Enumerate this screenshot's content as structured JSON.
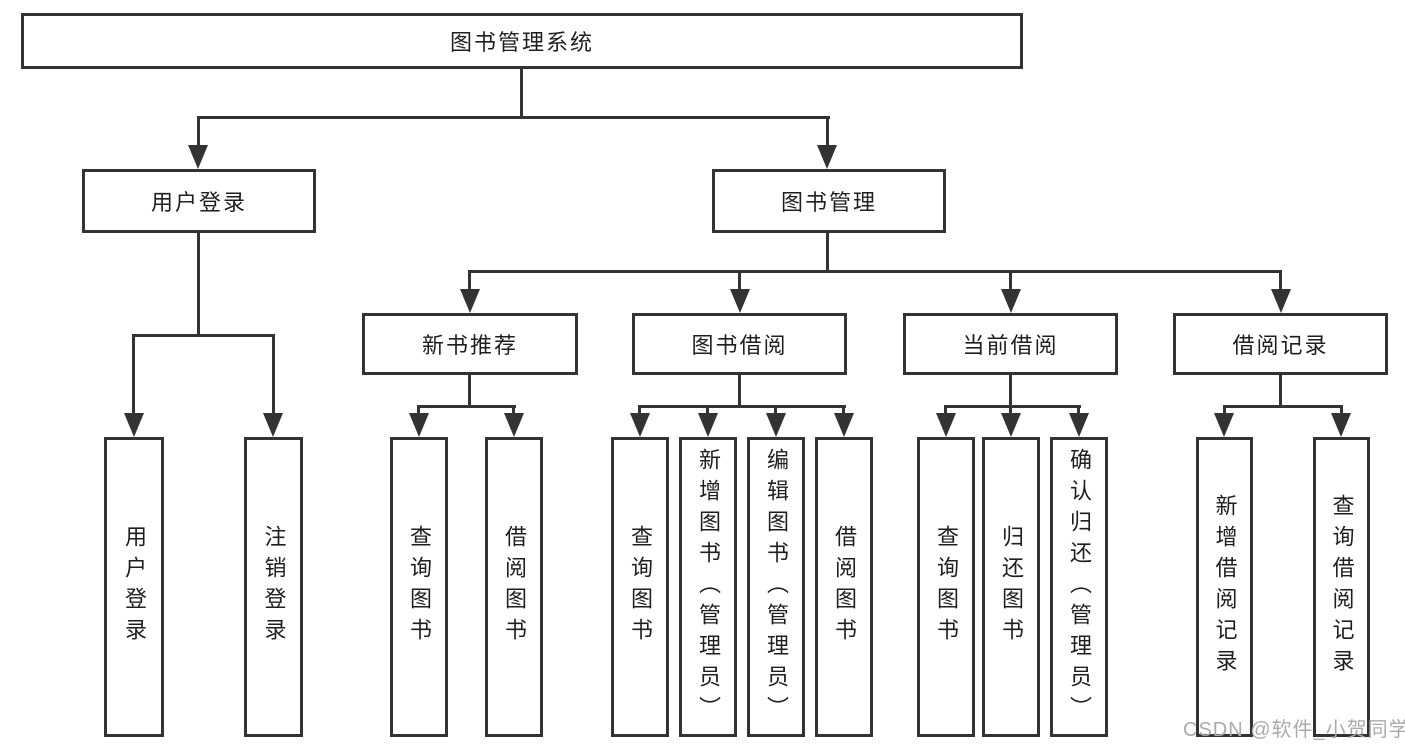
{
  "colors": {
    "line": "#333333",
    "text": "#1f1f1f",
    "background": "#ffffff",
    "watermark": "#ababab"
  },
  "watermark": {
    "text": "CSDN @软件_小贺同学"
  },
  "tree": {
    "root": {
      "label": "图书管理系统"
    },
    "branches": [
      {
        "label": "用户登录",
        "children": [
          {
            "label": "用户登录"
          },
          {
            "label": "注销登录"
          }
        ]
      },
      {
        "label": "图书管理",
        "children": [
          {
            "label": "新书推荐",
            "children": [
              {
                "label": "查询图书"
              },
              {
                "label": "借阅图书"
              }
            ]
          },
          {
            "label": "图书借阅",
            "children": [
              {
                "label": "查询图书"
              },
              {
                "label": "新增图书（管理员）"
              },
              {
                "label": "编辑图书（管理员）"
              },
              {
                "label": "借阅图书"
              }
            ]
          },
          {
            "label": "当前借阅",
            "children": [
              {
                "label": "查询图书"
              },
              {
                "label": "归还图书"
              },
              {
                "label": "确认归还（管理员）"
              }
            ]
          },
          {
            "label": "借阅记录",
            "children": [
              {
                "label": "新增借阅记录"
              },
              {
                "label": "查询借阅记录"
              }
            ]
          }
        ]
      }
    ]
  }
}
